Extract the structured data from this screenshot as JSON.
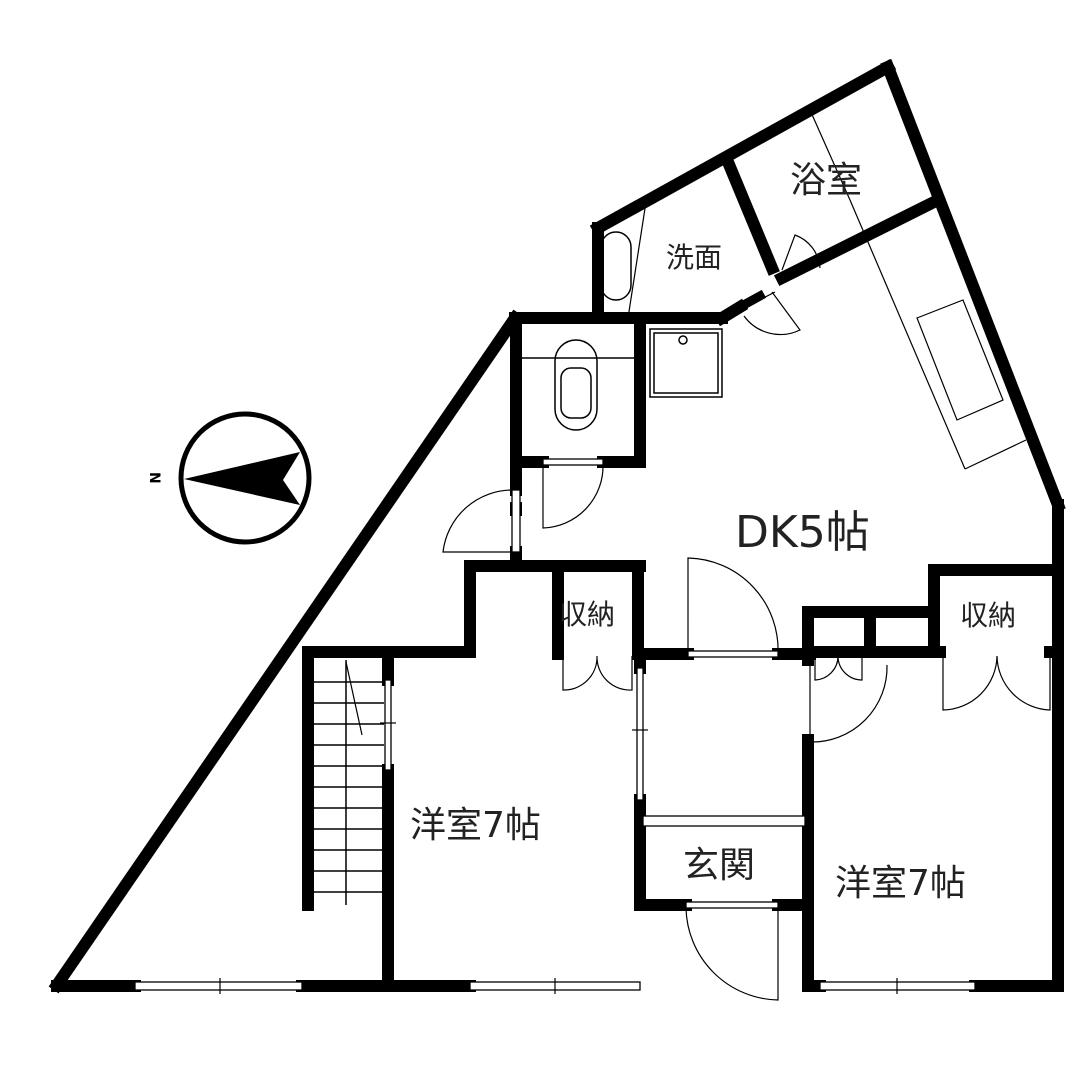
{
  "floor_plan": {
    "rooms": {
      "bathroom": {
        "label": "浴室"
      },
      "washroom": {
        "label": "洗面"
      },
      "dining_kitchen": {
        "label": "DK5帖"
      },
      "storage_center": {
        "label": "収納"
      },
      "storage_right": {
        "label": "収納"
      },
      "western_room_left": {
        "label": "洋室7帖"
      },
      "western_room_right": {
        "label": "洋室7帖"
      },
      "entrance": {
        "label": "玄関"
      }
    },
    "compass": {
      "north_label": "N"
    },
    "colors": {
      "wall": "#000000",
      "label": "#222222",
      "background": "#ffffff"
    }
  }
}
